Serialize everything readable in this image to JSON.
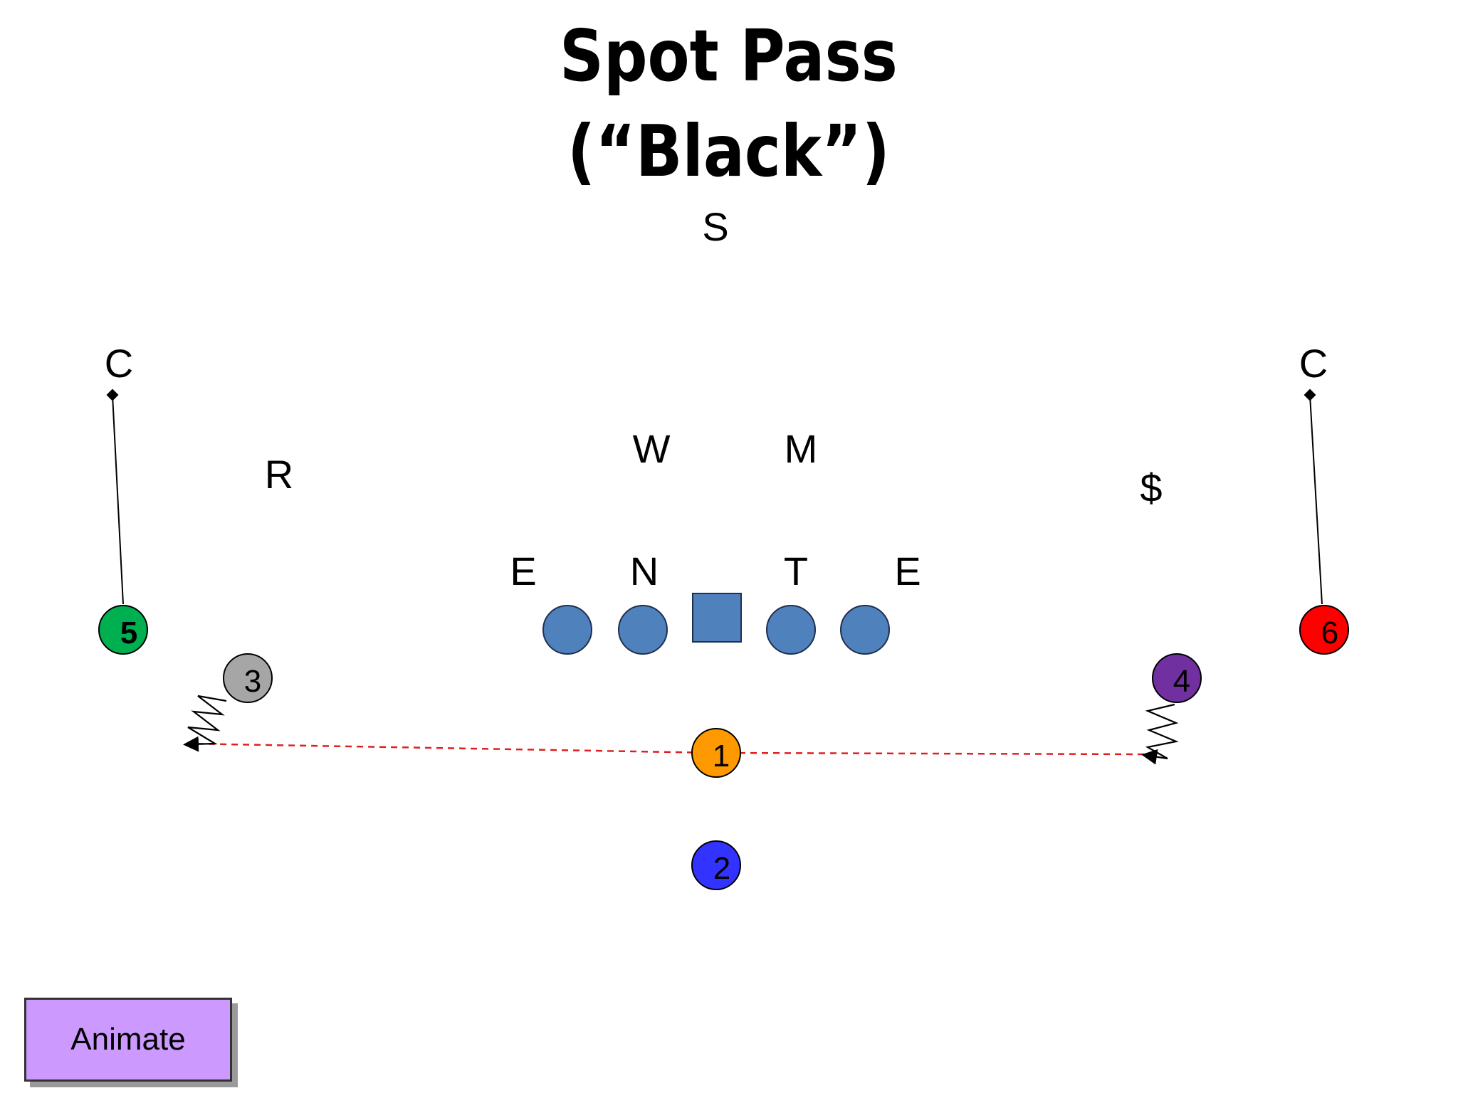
{
  "title": {
    "line1": "Spot Pass",
    "line2": "(“Black”)"
  },
  "defense": {
    "safety": "S",
    "corner_left": "C",
    "corner_right": "C",
    "linebacker_w": "W",
    "linebacker_m": "M",
    "rover": "R",
    "money": "$",
    "end_left": "E",
    "nose": "N",
    "tackle": "T",
    "end_right": "E"
  },
  "offense": {
    "player_1": "1",
    "player_2": "2",
    "player_3": "3",
    "player_4": "4",
    "player_5": "5",
    "player_6": "6",
    "line_color": "#4f81bd",
    "player_1_color": "#ff9900",
    "player_2_color": "#3333ff",
    "player_3_color": "#a6a6a6",
    "player_4_color": "#7030a0",
    "player_5_color": "#00b050",
    "player_6_color": "#ff0000",
    "pass_line_color": "#e02020"
  },
  "controls": {
    "animate_label": "Animate"
  }
}
